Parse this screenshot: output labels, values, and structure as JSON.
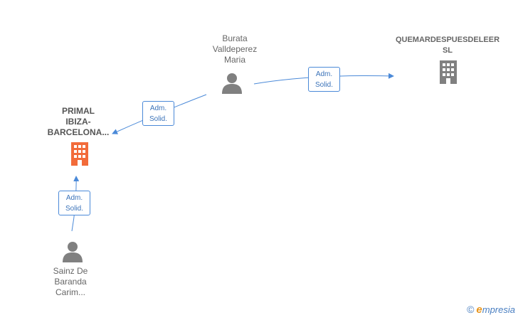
{
  "nodes": {
    "person_burata": {
      "label": "Burata\nValldeperez\nMaria",
      "icon": "person-icon"
    },
    "company_quemar": {
      "label": "QUEMARDESPUESDELEER\nSL",
      "icon": "building-icon"
    },
    "company_primal": {
      "label": "PRIMAL\nIBIZA-\nBARCELONA...",
      "icon": "building-icon"
    },
    "person_sainz": {
      "label": "Sainz De\nBaranda\nCarim...",
      "icon": "person-icon"
    }
  },
  "edges": {
    "burata_to_quemar": {
      "label": "Adm.\nSolid."
    },
    "burata_to_primal": {
      "label": "Adm.\nSolid."
    },
    "sainz_to_primal": {
      "label": "Adm.\nSolid."
    }
  },
  "colors": {
    "edge": "#4a89d8",
    "node_gray": "#808080",
    "main_company": "#f26b3a"
  },
  "brand": {
    "copyright": "©",
    "initial": "e",
    "name": "mpresia"
  }
}
